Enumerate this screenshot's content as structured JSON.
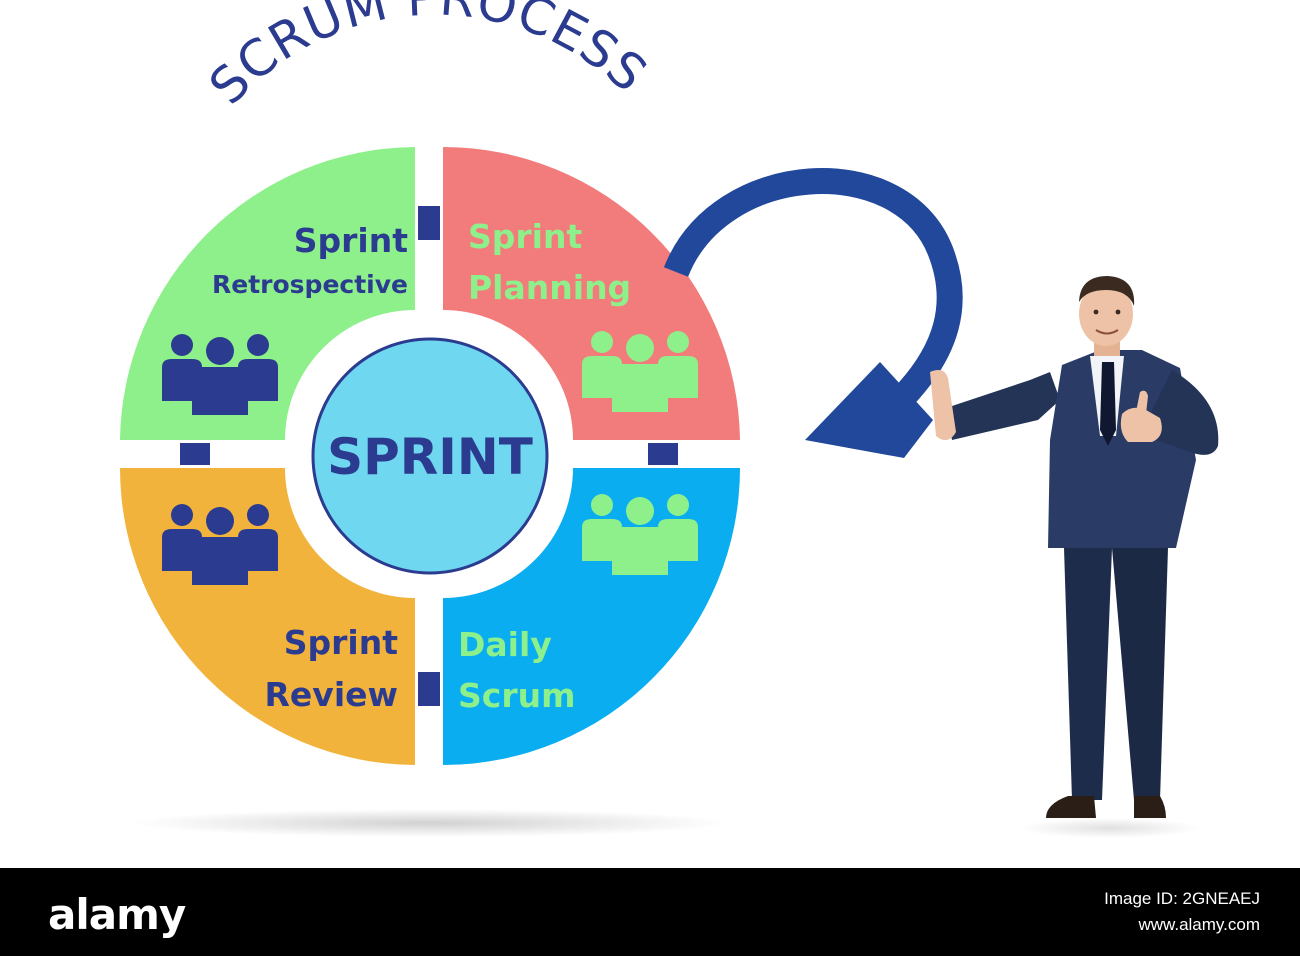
{
  "diagram": {
    "title": "SCRUM PROCESS",
    "center_label": "SPRINT",
    "quadrants": [
      {
        "id": "retrospective",
        "lines": [
          "Sprint",
          "Retrospective"
        ],
        "color": "#8ef08a",
        "text_color": "#2b3b8f",
        "icon": "team-icon"
      },
      {
        "id": "planning",
        "lines": [
          "Sprint",
          "Planning"
        ],
        "color": "#f27c7c",
        "text_color": "#8ef08a",
        "icon": "team-icon"
      },
      {
        "id": "review",
        "lines": [
          "Sprint",
          "Review"
        ],
        "color": "#f2b33d",
        "text_color": "#2b3b8f",
        "icon": "team-icon"
      },
      {
        "id": "daily",
        "lines": [
          "Daily",
          "Scrum"
        ],
        "color": "#0aaef0",
        "text_color": "#8ef08a",
        "icon": "team-icon"
      }
    ],
    "colors": {
      "navy": "#2b3b8f",
      "center_fill": "#6fd7ef",
      "arrow": "#21489b"
    }
  },
  "watermark": {
    "logo": "alamy",
    "image_id": "Image ID: 2GNEAEJ",
    "site": "www.alamy.com"
  }
}
